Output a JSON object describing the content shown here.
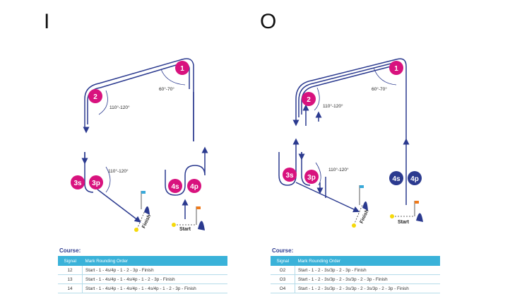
{
  "left": {
    "title": "I",
    "marks": {
      "m1": "1",
      "m2": "2",
      "m3s": "3s",
      "m3p": "3p",
      "m4s": "4s",
      "m4p": "4p"
    },
    "angles": {
      "top": "60°-70°",
      "mid": "110°-120°",
      "low": "110°-120°"
    },
    "start_label": "Start",
    "finish_label": "Finish",
    "course": {
      "label": "Course:",
      "headers": [
        "Signal",
        "Mark Rounding Order"
      ],
      "rows": [
        {
          "signal": "12",
          "order": "Start - 1 - 4s/4p - 1 - 2 - 3p - Finish"
        },
        {
          "signal": "13",
          "order": "Start - 1 - 4s/4p - 1 - 4s/4p - 1 - 2 - 3p - Finish"
        },
        {
          "signal": "14",
          "order": "Start - 1 - 4s/4p - 1 - 4s/4p - 1 - 4s/4p - 1 - 2 - 3p - Finish"
        }
      ]
    }
  },
  "right": {
    "title": "O",
    "marks": {
      "m1": "1",
      "m2": "2",
      "m3s": "3s",
      "m3p": "3p",
      "m4s": "4s",
      "m4p": "4p"
    },
    "angles": {
      "top": "60°-70°",
      "mid": "110°-120°",
      "low": "110°-120°"
    },
    "start_label": "Start",
    "finish_label": "Finish",
    "course": {
      "label": "Course:",
      "headers": [
        "Signal",
        "Mark Rounding Order"
      ],
      "rows": [
        {
          "signal": "O2",
          "order": "Start - 1 - 2 - 3s/3p - 2 - 3p - Finish"
        },
        {
          "signal": "O3",
          "order": "Start - 1 - 2 - 3s/3p - 2 - 3s/3p - 2 - 3p - Finish"
        },
        {
          "signal": "O4",
          "order": "Start - 1 - 2 - 3s/3p - 2 - 3s/3p - 2 - 3s/3p - 2 - 3p - Finish"
        }
      ]
    }
  },
  "colors": {
    "mark_magenta": "#d8127e",
    "mark_navy": "#2b3a8f",
    "line": "#2b3a8f",
    "header": "#3ab2d9",
    "flag_blue": "#39a9d9",
    "flag_orange": "#f07a1a",
    "buoy_yellow": "#f5d90a"
  },
  "icons": {
    "boat": "sailboat-icon",
    "flag": "flag-icon",
    "buoy": "pin-buoy-icon"
  }
}
